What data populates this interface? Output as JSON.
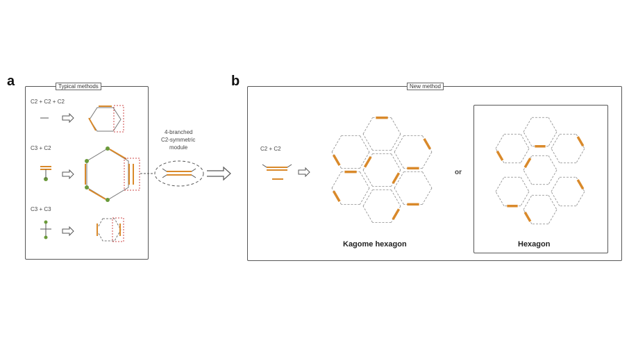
{
  "panel_a": {
    "letter": "a",
    "title": "Typical methods",
    "rows": [
      {
        "label": "C2 + C2 + C2"
      },
      {
        "label": "C3 + C2"
      },
      {
        "label": "C3 + C3"
      }
    ]
  },
  "middle": {
    "module_text_line1": "4-branched",
    "module_text_line2": "C2-symmetric",
    "module_text_line3": "module"
  },
  "panel_b": {
    "letter": "b",
    "title": "New method",
    "formula": "C2 + C2",
    "or_text": "or",
    "kagome_caption": "Kagome hexagon",
    "hexagon_caption": "Hexagon"
  },
  "colors": {
    "orange": "#d9892a",
    "frame": "#555555",
    "dash": "#cc4444",
    "node": "#6a9a3a"
  }
}
